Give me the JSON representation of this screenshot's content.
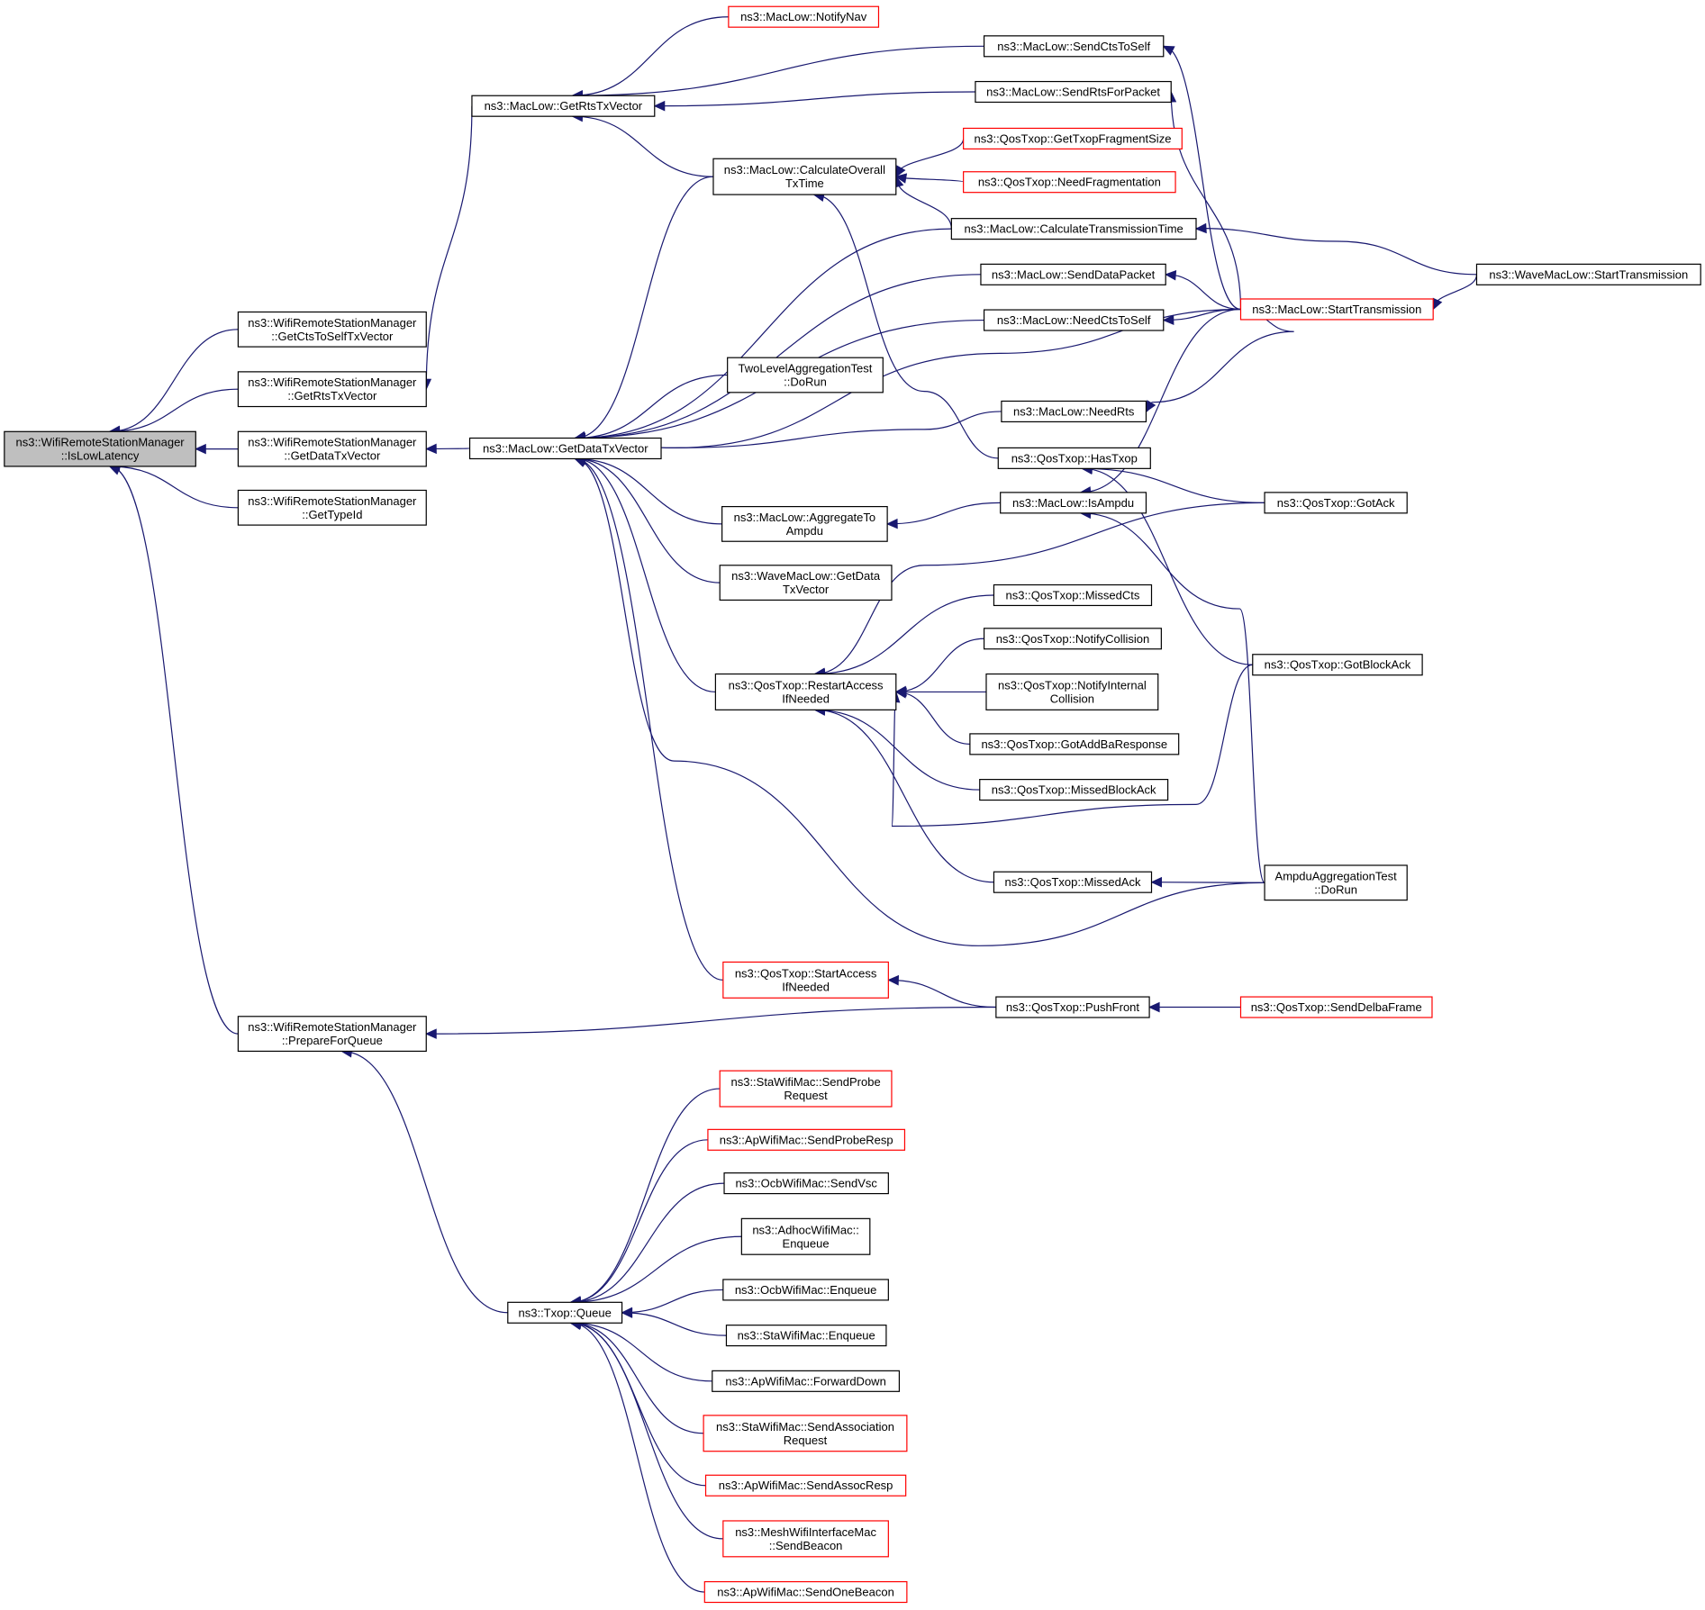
{
  "nodes": [
    {
      "id": "root",
      "lines": [
        "ns3::WifiRemoteStationManager",
        "::IsLowLatency"
      ],
      "style": "root"
    },
    {
      "id": "ctsself",
      "lines": [
        "ns3::WifiRemoteStationManager",
        "::GetCtsToSelfTxVector"
      ],
      "style": "normal"
    },
    {
      "id": "rtstx",
      "lines": [
        "ns3::WifiRemoteStationManager",
        "::GetRtsTxVector"
      ],
      "style": "normal"
    },
    {
      "id": "datatx",
      "lines": [
        "ns3::WifiRemoteStationManager",
        "::GetDataTxVector"
      ],
      "style": "normal"
    },
    {
      "id": "typeid",
      "lines": [
        "ns3::WifiRemoteStationManager",
        "::GetTypeId"
      ],
      "style": "normal"
    },
    {
      "id": "prepare",
      "lines": [
        "ns3::WifiRemoteStationManager",
        "::PrepareForQueue"
      ],
      "style": "normal"
    },
    {
      "id": "macrts",
      "lines": [
        "ns3::MacLow::GetRtsTxVector"
      ],
      "style": "normal"
    },
    {
      "id": "macdata",
      "lines": [
        "ns3::MacLow::GetDataTxVector"
      ],
      "style": "normal"
    },
    {
      "id": "txq",
      "lines": [
        "ns3::Txop::Queue"
      ],
      "style": "normal"
    },
    {
      "id": "notifynav",
      "lines": [
        "ns3::MacLow::NotifyNav"
      ],
      "style": "red"
    },
    {
      "id": "sendctsself",
      "lines": [
        "ns3::MacLow::SendCtsToSelf"
      ],
      "style": "normal"
    },
    {
      "id": "sendrts",
      "lines": [
        "ns3::MacLow::SendRtsForPacket"
      ],
      "style": "normal"
    },
    {
      "id": "calcoverall",
      "lines": [
        "ns3::MacLow::CalculateOverall",
        "TxTime"
      ],
      "style": "normal"
    },
    {
      "id": "fragsize",
      "lines": [
        "ns3::QosTxop::GetTxopFragmentSize"
      ],
      "style": "red"
    },
    {
      "id": "needfrag",
      "lines": [
        "ns3::QosTxop::NeedFragmentation"
      ],
      "style": "red"
    },
    {
      "id": "calctrans",
      "lines": [
        "ns3::MacLow::CalculateTransmissionTime"
      ],
      "style": "normal"
    },
    {
      "id": "wavestart",
      "lines": [
        "ns3::WaveMacLow::StartTransmission"
      ],
      "style": "normal"
    },
    {
      "id": "senddata",
      "lines": [
        "ns3::MacLow::SendDataPacket"
      ],
      "style": "normal"
    },
    {
      "id": "starttrans",
      "lines": [
        "ns3::MacLow::StartTransmission"
      ],
      "style": "red"
    },
    {
      "id": "needctsself",
      "lines": [
        "ns3::MacLow::NeedCtsToSelf"
      ],
      "style": "normal"
    },
    {
      "id": "twolevel",
      "lines": [
        "TwoLevelAggregationTest",
        "::DoRun"
      ],
      "style": "normal"
    },
    {
      "id": "needrts",
      "lines": [
        "ns3::MacLow::NeedRts"
      ],
      "style": "normal"
    },
    {
      "id": "hastxop",
      "lines": [
        "ns3::QosTxop::HasTxop"
      ],
      "style": "normal"
    },
    {
      "id": "aggregate",
      "lines": [
        "ns3::MacLow::AggregateTo",
        "Ampdu"
      ],
      "style": "normal"
    },
    {
      "id": "isampdu",
      "lines": [
        "ns3::MacLow::IsAmpdu"
      ],
      "style": "normal"
    },
    {
      "id": "gotack",
      "lines": [
        "ns3::QosTxop::GotAck"
      ],
      "style": "normal"
    },
    {
      "id": "wavegetdata",
      "lines": [
        "ns3::WaveMacLow::GetData",
        "TxVector"
      ],
      "style": "normal"
    },
    {
      "id": "missedcts",
      "lines": [
        "ns3::QosTxop::MissedCts"
      ],
      "style": "normal"
    },
    {
      "id": "notifycoll",
      "lines": [
        "ns3::QosTxop::NotifyCollision"
      ],
      "style": "normal"
    },
    {
      "id": "restart",
      "lines": [
        "ns3::QosTxop::RestartAccess",
        "IfNeeded"
      ],
      "style": "normal"
    },
    {
      "id": "notifyint",
      "lines": [
        "ns3::QosTxop::NotifyInternal",
        "Collision"
      ],
      "style": "normal"
    },
    {
      "id": "gotblockack",
      "lines": [
        "ns3::QosTxop::GotBlockAck"
      ],
      "style": "normal"
    },
    {
      "id": "gotaddba",
      "lines": [
        "ns3::QosTxop::GotAddBaResponse"
      ],
      "style": "normal"
    },
    {
      "id": "missedblockack",
      "lines": [
        "ns3::QosTxop::MissedBlockAck"
      ],
      "style": "normal"
    },
    {
      "id": "missedack",
      "lines": [
        "ns3::QosTxop::MissedAck"
      ],
      "style": "normal"
    },
    {
      "id": "ampdutest",
      "lines": [
        "AmpduAggregationTest",
        "::DoRun"
      ],
      "style": "normal"
    },
    {
      "id": "startaccess",
      "lines": [
        "ns3::QosTxop::StartAccess",
        "IfNeeded"
      ],
      "style": "red"
    },
    {
      "id": "pushfront",
      "lines": [
        "ns3::QosTxop::PushFront"
      ],
      "style": "normal"
    },
    {
      "id": "senddelba",
      "lines": [
        "ns3::QosTxop::SendDelbaFrame"
      ],
      "style": "red"
    },
    {
      "id": "staprobereq",
      "lines": [
        "ns3::StaWifiMac::SendProbe",
        "Request"
      ],
      "style": "red"
    },
    {
      "id": "approberesp",
      "lines": [
        "ns3::ApWifiMac::SendProbeResp"
      ],
      "style": "red"
    },
    {
      "id": "ocbvsc",
      "lines": [
        "ns3::OcbWifiMac::SendVsc"
      ],
      "style": "normal"
    },
    {
      "id": "adhocenq",
      "lines": [
        "ns3::AdhocWifiMac::",
        "Enqueue"
      ],
      "style": "normal"
    },
    {
      "id": "ocbenq",
      "lines": [
        "ns3::OcbWifiMac::Enqueue"
      ],
      "style": "normal"
    },
    {
      "id": "staenq",
      "lines": [
        "ns3::StaWifiMac::Enqueue"
      ],
      "style": "normal"
    },
    {
      "id": "apfwd",
      "lines": [
        "ns3::ApWifiMac::ForwardDown"
      ],
      "style": "normal"
    },
    {
      "id": "staassoc",
      "lines": [
        "ns3::StaWifiMac::SendAssociation",
        "Request"
      ],
      "style": "red"
    },
    {
      "id": "apassocresp",
      "lines": [
        "ns3::ApWifiMac::SendAssocResp"
      ],
      "style": "red"
    },
    {
      "id": "meshbeacon",
      "lines": [
        "ns3::MeshWifiInterfaceMac",
        "::SendBeacon"
      ],
      "style": "red"
    },
    {
      "id": "aponebeacon",
      "lines": [
        "ns3::ApWifiMac::SendOneBeacon"
      ],
      "style": "red"
    }
  ],
  "edges": [
    [
      "ctsself",
      "root"
    ],
    [
      "rtstx",
      "root"
    ],
    [
      "datatx",
      "root"
    ],
    [
      "typeid",
      "root"
    ],
    [
      "prepare",
      "root"
    ],
    [
      "macrts",
      "rtstx"
    ],
    [
      "macdata",
      "datatx"
    ],
    [
      "pushfront",
      "prepare"
    ],
    [
      "txq",
      "prepare"
    ],
    [
      "notifynav",
      "macrts"
    ],
    [
      "sendctsself",
      "macrts"
    ],
    [
      "sendrts",
      "macrts"
    ],
    [
      "calcoverall",
      "macrts"
    ],
    [
      "fragsize",
      "calcoverall"
    ],
    [
      "needfrag",
      "calcoverall"
    ],
    [
      "calctrans",
      "calcoverall"
    ],
    [
      "hastxop",
      "calcoverall"
    ],
    [
      "calcoverall",
      "macdata"
    ],
    [
      "calctrans",
      "macdata"
    ],
    [
      "senddata",
      "macdata"
    ],
    [
      "needctsself",
      "macdata"
    ],
    [
      "starttrans",
      "macdata"
    ],
    [
      "twolevel",
      "macdata"
    ],
    [
      "needrts",
      "macdata"
    ],
    [
      "aggregate",
      "macdata"
    ],
    [
      "wavegetdata",
      "macdata"
    ],
    [
      "restart",
      "macdata"
    ],
    [
      "startaccess",
      "macdata"
    ],
    [
      "ampdutest",
      "macdata"
    ],
    [
      "starttrans",
      "sendctsself"
    ],
    [
      "starttrans",
      "sendrts"
    ],
    [
      "wavestart",
      "calctrans"
    ],
    [
      "starttrans",
      "senddata"
    ],
    [
      "starttrans",
      "needctsself"
    ],
    [
      "starttrans",
      "needrts"
    ],
    [
      "wavestart",
      "starttrans"
    ],
    [
      "starttrans",
      "isampdu"
    ],
    [
      "gotack",
      "hastxop"
    ],
    [
      "gotblockack",
      "hastxop"
    ],
    [
      "isampdu",
      "aggregate"
    ],
    [
      "ampdutest",
      "isampdu"
    ],
    [
      "gotack",
      "restart"
    ],
    [
      "missedcts",
      "restart"
    ],
    [
      "notifycoll",
      "restart"
    ],
    [
      "notifyint",
      "restart"
    ],
    [
      "gotaddba",
      "restart"
    ],
    [
      "missedblockack",
      "restart"
    ],
    [
      "gotblockack",
      "restart"
    ],
    [
      "missedack",
      "restart"
    ],
    [
      "ampdutest",
      "missedack"
    ],
    [
      "pushfront",
      "startaccess"
    ],
    [
      "senddelba",
      "pushfront"
    ],
    [
      "staprobereq",
      "txq"
    ],
    [
      "approberesp",
      "txq"
    ],
    [
      "ocbvsc",
      "txq"
    ],
    [
      "adhocenq",
      "txq"
    ],
    [
      "ocbenq",
      "txq"
    ],
    [
      "staenq",
      "txq"
    ],
    [
      "apfwd",
      "txq"
    ],
    [
      "staassoc",
      "txq"
    ],
    [
      "apassocresp",
      "txq"
    ],
    [
      "meshbeacon",
      "txq"
    ],
    [
      "aponebeacon",
      "txq"
    ]
  ]
}
